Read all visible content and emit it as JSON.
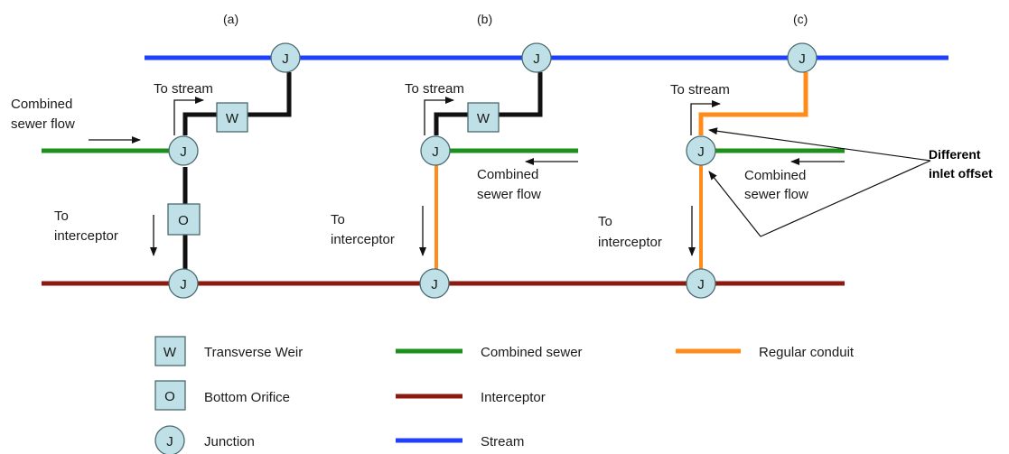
{
  "panels": [
    {
      "label": "(a)"
    },
    {
      "label": "(b)"
    },
    {
      "label": "(c)"
    }
  ],
  "nodes": {
    "junction": "J",
    "weir": "W",
    "orifice": "O"
  },
  "labels": {
    "to_stream": "To stream",
    "combined_sewer_flow_line1": "Combined",
    "combined_sewer_flow_line2": "sewer flow",
    "to_interceptor_line1": "To",
    "to_interceptor_line2": "interceptor",
    "different_line1": "Different",
    "different_line2": "inlet offset"
  },
  "legend": {
    "weir": "Transverse Weir",
    "orifice": "Bottom Orifice",
    "junction": "Junction",
    "combined_sewer": "Combined sewer",
    "interceptor": "Interceptor",
    "stream": "Stream",
    "regular_conduit": "Regular conduit"
  },
  "colors": {
    "stream": "#1f3fff",
    "interceptor": "#8b1a10",
    "combined_sewer": "#1d8f1d",
    "regular_conduit": "#ff8c1a",
    "structure": "#111111",
    "node_fill": "#bfe0e6",
    "node_stroke": "#4a6a70"
  }
}
